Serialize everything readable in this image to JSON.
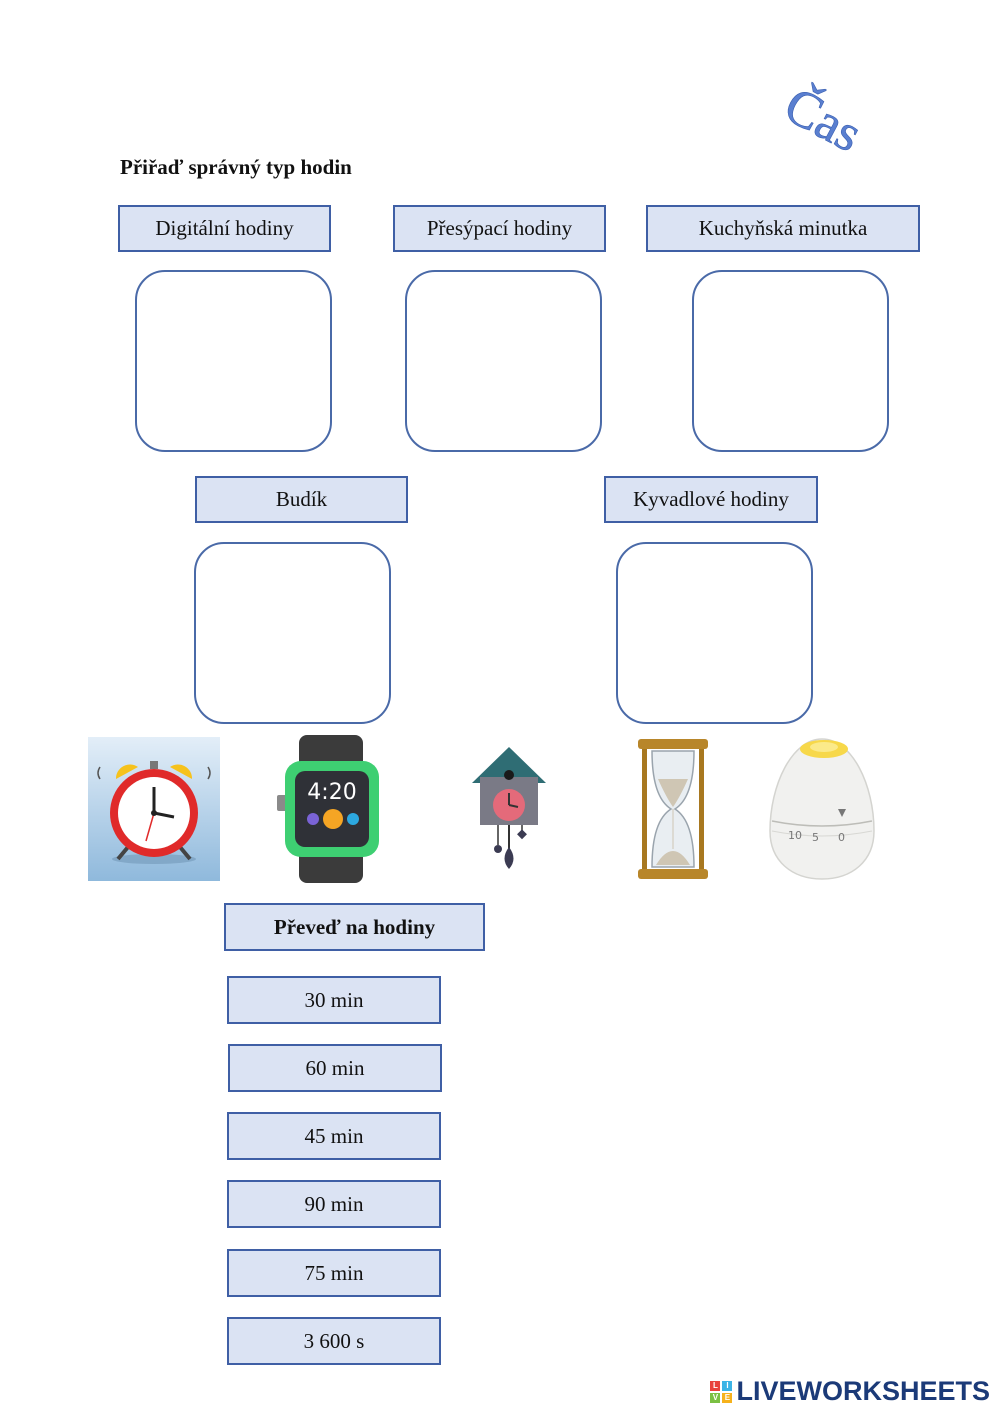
{
  "header": {
    "title": "Čas"
  },
  "section1": {
    "instruction": "Přiřaď správný typ hodin",
    "labels": [
      "Digitální hodiny",
      "Přesýpací hodiny",
      "Kuchyňská minutka",
      "Budík",
      "Kyvadlové hodiny"
    ]
  },
  "images": {
    "icons": [
      "alarm-clock-icon",
      "smartwatch-icon",
      "cuckoo-clock-icon",
      "hourglass-icon",
      "egg-timer-icon"
    ],
    "watch_time": "4:20",
    "timer_scale": [
      "10",
      "5",
      "0"
    ]
  },
  "section2": {
    "heading": "Převeď na hodiny",
    "items": [
      "30 min",
      "60 min",
      "45 min",
      "90 min",
      "75 min",
      "3 600 s"
    ]
  },
  "footer": {
    "brand": "LIVEWORKSHEETS"
  },
  "colors": {
    "label_fill": "#dbe3f3",
    "label_border": "#3f5fa5",
    "drop_border": "#4a6aa8",
    "brand": "#1b3a78"
  }
}
